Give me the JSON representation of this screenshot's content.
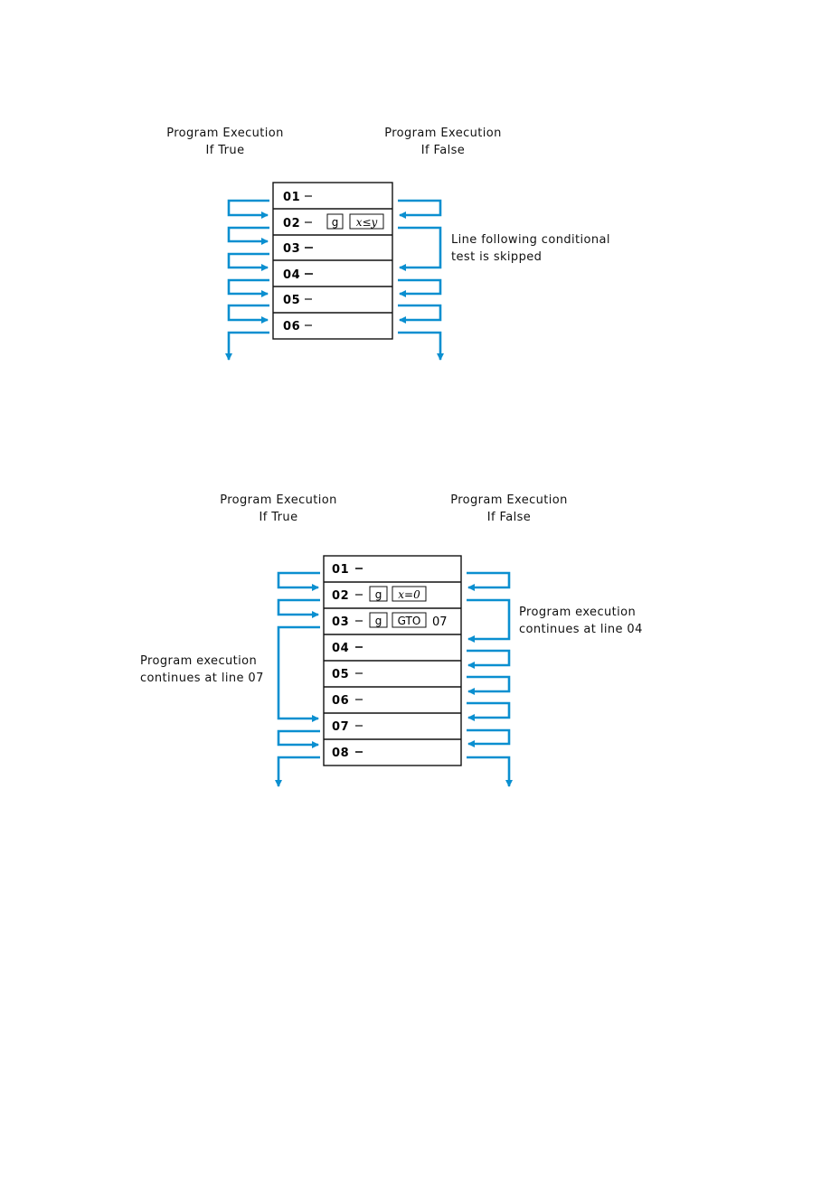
{
  "diagram1": {
    "true_label": [
      "Program Execution",
      "If True"
    ],
    "false_label": [
      "Program Execution",
      "If False"
    ],
    "note": [
      "Line following conditional",
      "test is skipped"
    ],
    "lines": [
      {
        "num": "01",
        "keys": [],
        "suffix": ""
      },
      {
        "num": "02",
        "keys": [
          "g",
          "x≤y"
        ],
        "suffix": ""
      },
      {
        "num": "03",
        "keys": [],
        "suffix": ""
      },
      {
        "num": "04",
        "keys": [],
        "suffix": ""
      },
      {
        "num": "05",
        "keys": [],
        "suffix": ""
      },
      {
        "num": "06",
        "keys": [],
        "suffix": ""
      }
    ]
  },
  "diagram2": {
    "true_label": [
      "Program Execution",
      "If True"
    ],
    "false_label": [
      "Program Execution",
      "If False"
    ],
    "note_false": [
      "Program execution",
      "continues at line 04"
    ],
    "note_true": [
      "Program execution",
      "continues at line 07"
    ],
    "lines": [
      {
        "num": "01",
        "keys": [],
        "suffix": ""
      },
      {
        "num": "02",
        "keys": [
          "g",
          "x=0"
        ],
        "suffix": ""
      },
      {
        "num": "03",
        "keys": [
          "g",
          "GTO"
        ],
        "suffix": "07"
      },
      {
        "num": "04",
        "keys": [],
        "suffix": ""
      },
      {
        "num": "05",
        "keys": [],
        "suffix": ""
      },
      {
        "num": "06",
        "keys": [],
        "suffix": ""
      },
      {
        "num": "07",
        "keys": [],
        "suffix": ""
      },
      {
        "num": "08",
        "keys": [],
        "suffix": ""
      }
    ]
  },
  "colors": {
    "arrow": "#0a8fd0",
    "ink": "#111111"
  }
}
